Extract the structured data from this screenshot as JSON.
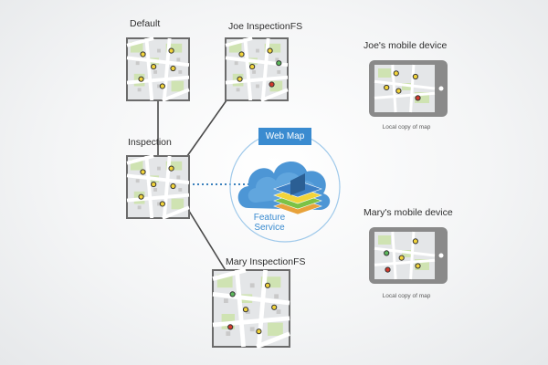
{
  "maps": {
    "default": {
      "label": "Default"
    },
    "joe_fs": {
      "label": "Joe InspectionFS"
    },
    "inspection": {
      "label": "Inspection"
    },
    "mary_fs": {
      "label": "Mary InspectionFS"
    }
  },
  "devices": {
    "joe": {
      "label": "Joe's mobile device",
      "caption": "Local copy of map"
    },
    "mary": {
      "label": "Mary's mobile device",
      "caption": "Local copy of map"
    }
  },
  "service": {
    "web_map_label": "Web Map",
    "feature_service_label_1": "Feature",
    "feature_service_label_2": "Service"
  },
  "colors": {
    "map_border": "#6b6b6b",
    "map_bg": "#e4e6e8",
    "road": "#ffffff",
    "green_block": "#cfe3b2",
    "house": "#c9c9c9",
    "pin_yellow": "#f2d43a",
    "pin_green": "#5cb85c",
    "pin_red": "#d33a2c",
    "line": "#4a4a4a",
    "dotted": "#1f6fb3",
    "cloud_ring": "#9fc9ea",
    "cloud_fill": "#3a8bd0",
    "device_frame": "#8a8a8a"
  }
}
